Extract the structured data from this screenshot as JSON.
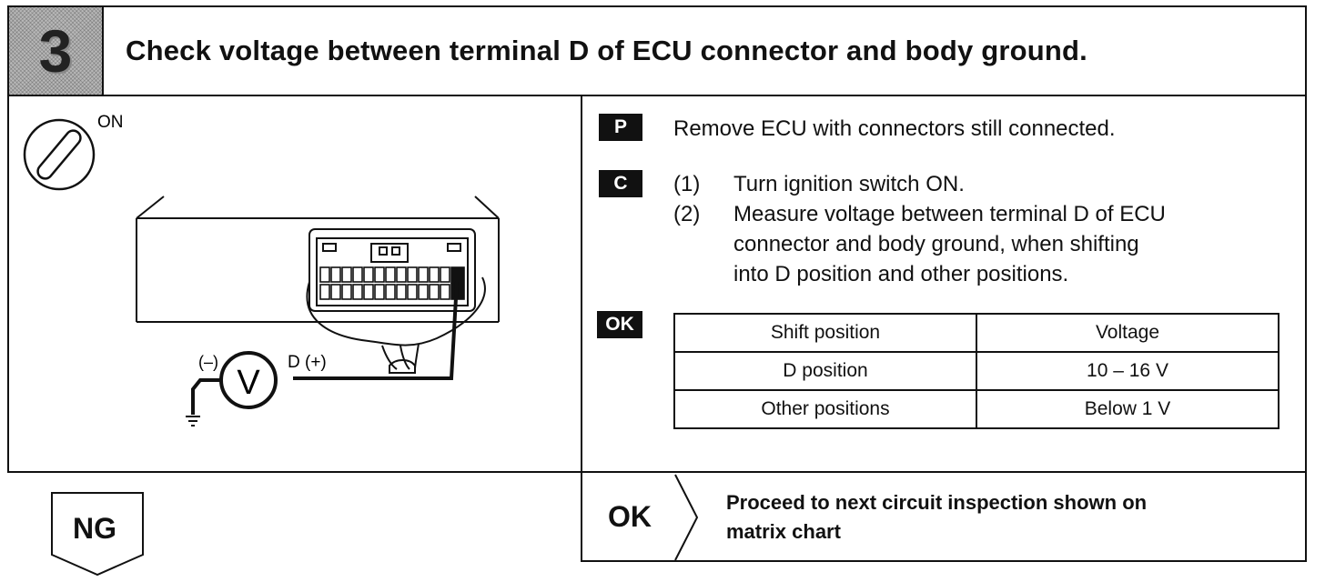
{
  "step": {
    "number": "3",
    "title": "Check voltage between terminal D of ECU connector and body ground."
  },
  "diagram": {
    "ignition_label": "ON",
    "meter_symbol": "V",
    "negative_label": "(–)",
    "positive_label": "D (+)"
  },
  "procedure": {
    "p_badge": "P",
    "p_text": "Remove ECU with connectors still connected.",
    "c_badge": "C",
    "steps": [
      {
        "num": "(1)",
        "lines": [
          "Turn ignition switch ON."
        ]
      },
      {
        "num": "(2)",
        "lines": [
          "Measure voltage between terminal D of ECU",
          "connector and body ground, when shifting",
          "into D position and other positions."
        ]
      }
    ],
    "ok_badge": "OK"
  },
  "spec_table": {
    "headers": [
      "Shift position",
      "Voltage"
    ],
    "rows": [
      [
        "D position",
        "10 – 16 V"
      ],
      [
        "Other positions",
        "Below 1 V"
      ]
    ]
  },
  "result": {
    "ok_label": "OK",
    "ok_text_lines": [
      "Proceed to next circuit inspection shown on",
      "matrix chart"
    ],
    "ng_label": "NG"
  }
}
